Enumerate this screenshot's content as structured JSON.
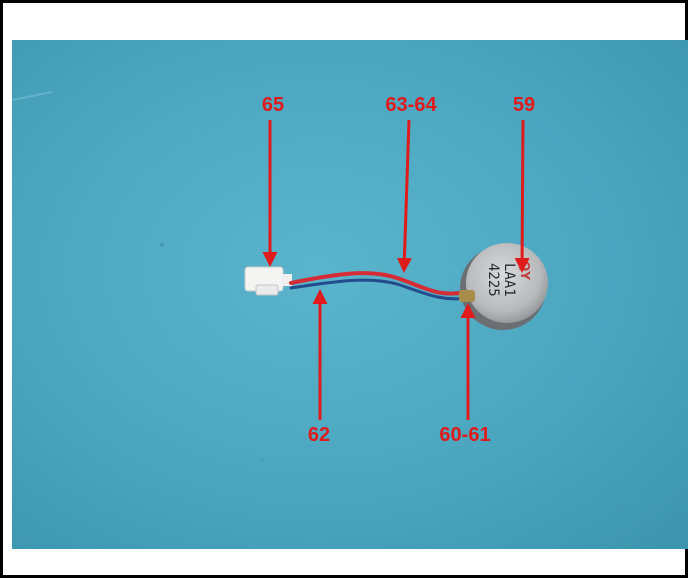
{
  "callouts": {
    "c65": "65",
    "c63_64": "63-64",
    "c59": "59",
    "c62": "62",
    "c60_61": "60-61"
  },
  "motor": {
    "line1": "LAA1",
    "line2": "4225",
    "logo": "QY"
  },
  "colors": {
    "background": "#49a6c0",
    "annotation": "#e01b1b",
    "frame": "#000000"
  }
}
